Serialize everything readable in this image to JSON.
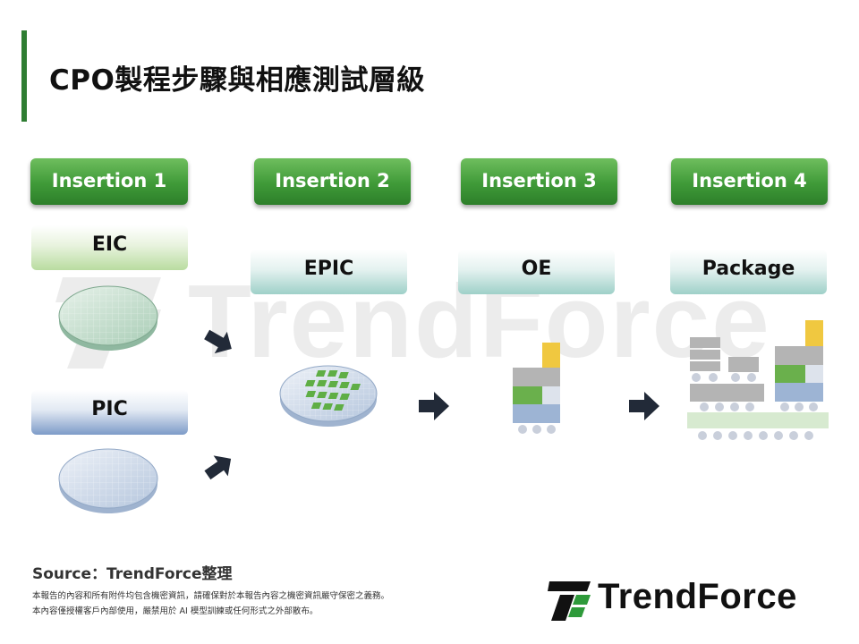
{
  "title": "CPO製程步驟與相應測試層級",
  "watermark_text": "TrendForce",
  "insertions": [
    {
      "label": "Insertion 1"
    },
    {
      "label": "Insertion 2"
    },
    {
      "label": "Insertion 3"
    },
    {
      "label": "Insertion 4"
    }
  ],
  "stages": {
    "eic": "EIC",
    "pic": "PIC",
    "epic": "EPIC",
    "oe": "OE",
    "package": "Package"
  },
  "footer": {
    "source": "Source：TrendForce整理",
    "note_line1": "本報告的內容和所有附件均包含機密資訊，請確保對於本報告內容之機密資訊嚴守保密之義務。",
    "note_line2": "本內容僅授權客戶內部使用，嚴禁用於 AI 模型訓練或任何形式之外部散布。",
    "logo_text": "TrendForce"
  },
  "colors": {
    "accent_green": "#2e7d32",
    "insertion_green": "#3f9a38",
    "arrow": "#222a38",
    "layer_gray": "#b4b4b4",
    "layer_green": "#6ab04c",
    "layer_blue": "#9db4d4",
    "layer_yellow": "#f0c840",
    "layer_light": "#dde3ec",
    "substrate": "#d7ead0",
    "bump": "#c9cfdb"
  }
}
